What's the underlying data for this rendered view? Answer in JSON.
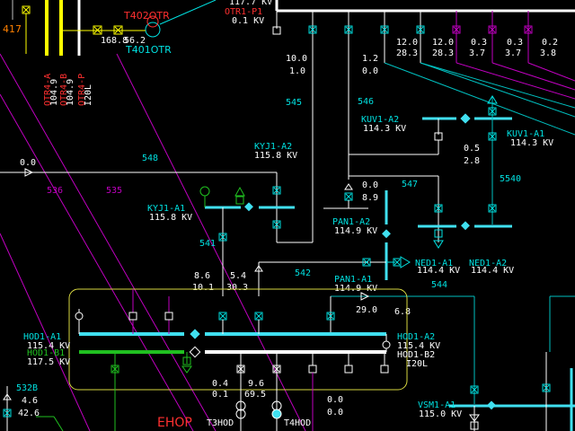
{
  "colors": {
    "background": "#000000",
    "bus_energized": "#40e0f0",
    "bus_white": "#ffffff",
    "bus_green": "#20c020",
    "line_cyan": "#00c0c0",
    "line_magenta": "#c000c0",
    "line_yellow": "#ffff00",
    "label_red": "#ff3030",
    "label_orange": "#ff8000"
  },
  "top_left": {
    "ref": "417",
    "otr_labels": [
      "OTR4-A",
      "OTR4-B",
      "OTR4-P"
    ],
    "otr_values": [
      "104.9",
      "104.9",
      "I20L"
    ],
    "otr_units": [
      "KV",
      "KV",
      ""
    ],
    "tr_top": "T402OTR",
    "tr_bottom": "T401OTR",
    "tr_val_left": "168.8",
    "tr_val_right": "56.2"
  },
  "otr1": {
    "name": "OTR1-P1",
    "value": "0.1 KV",
    "top_value": "117.7 KV"
  },
  "top_feeders": {
    "col1": [
      "10.0",
      "1.0"
    ],
    "col2": [
      "1.2",
      "0.0"
    ],
    "col3": [
      "12.0",
      "28.3"
    ],
    "col4": [
      "12.0",
      "28.3"
    ],
    "col5": [
      "0.3",
      "3.7"
    ],
    "col6": [
      "0.3",
      "3.7"
    ],
    "col7": [
      "0.2",
      "3.8"
    ]
  },
  "line_numbers": {
    "l545": "545",
    "l546": "546",
    "l548": "548",
    "l536": "536",
    "l535": "535",
    "l547": "547",
    "l5540": "5540",
    "l541": "541",
    "l542": "542",
    "l544": "544",
    "l532b": "532B"
  },
  "stations": {
    "kuv1_a2": {
      "name": "KUV1-A2",
      "kv": "114.3 KV"
    },
    "kuv1_a1": {
      "name": "KUV1-A1",
      "kv": "114.3 KV"
    },
    "kyj1_a2": {
      "name": "KYJ1-A2",
      "kv": "115.8 KV"
    },
    "kyj1_a1": {
      "name": "KYJ1-A1",
      "kv": "115.8 KV"
    },
    "pan1_a2": {
      "name": "PAN1-A2",
      "kv": "114.9 KV"
    },
    "pan1_a1": {
      "name": "PAN1-A1",
      "kv": "114.9 KV"
    },
    "ned1_a1": {
      "name": "NED1-A1",
      "kv": "114.4 KV"
    },
    "ned1_a2": {
      "name": "NED1-A2",
      "kv": "114.4 KV"
    },
    "hod1_a1": {
      "name": "HOD1-A1",
      "kv": "115.4 KV"
    },
    "hod1_b1": {
      "name": "HOD1-B1",
      "kv": "117.5 KV"
    },
    "hod1_a2": {
      "name": "HOD1-A2",
      "kv": "115.4 KV"
    },
    "hod1_b2": {
      "name": "HOD1-B2",
      "kv": "I20L"
    },
    "vsm1_a1": {
      "name": "VSM1-A1",
      "kv": "115.0 KV"
    }
  },
  "values": {
    "left_flow": "0.0",
    "kuv_flow": [
      "0.5",
      "2.8"
    ],
    "pan_flow": [
      "0.0",
      "8.9"
    ],
    "l541_top": [
      "8.6",
      "5.4"
    ],
    "l541_bottom": [
      "10.1",
      "30.3"
    ],
    "l544_flow": [
      "29.0",
      "6.8"
    ],
    "hod_feed_left": [
      "0.4",
      "0.1"
    ],
    "hod_feed_right": [
      "9.6",
      "69.5"
    ],
    "hod_feed_b2": [
      "0.0",
      "0.0"
    ],
    "l532b_vals": [
      "4.6",
      "42.6"
    ]
  },
  "ehop": {
    "label": "EHOP",
    "t3hod": "T3HOD",
    "t4hod": "T4HOD"
  }
}
